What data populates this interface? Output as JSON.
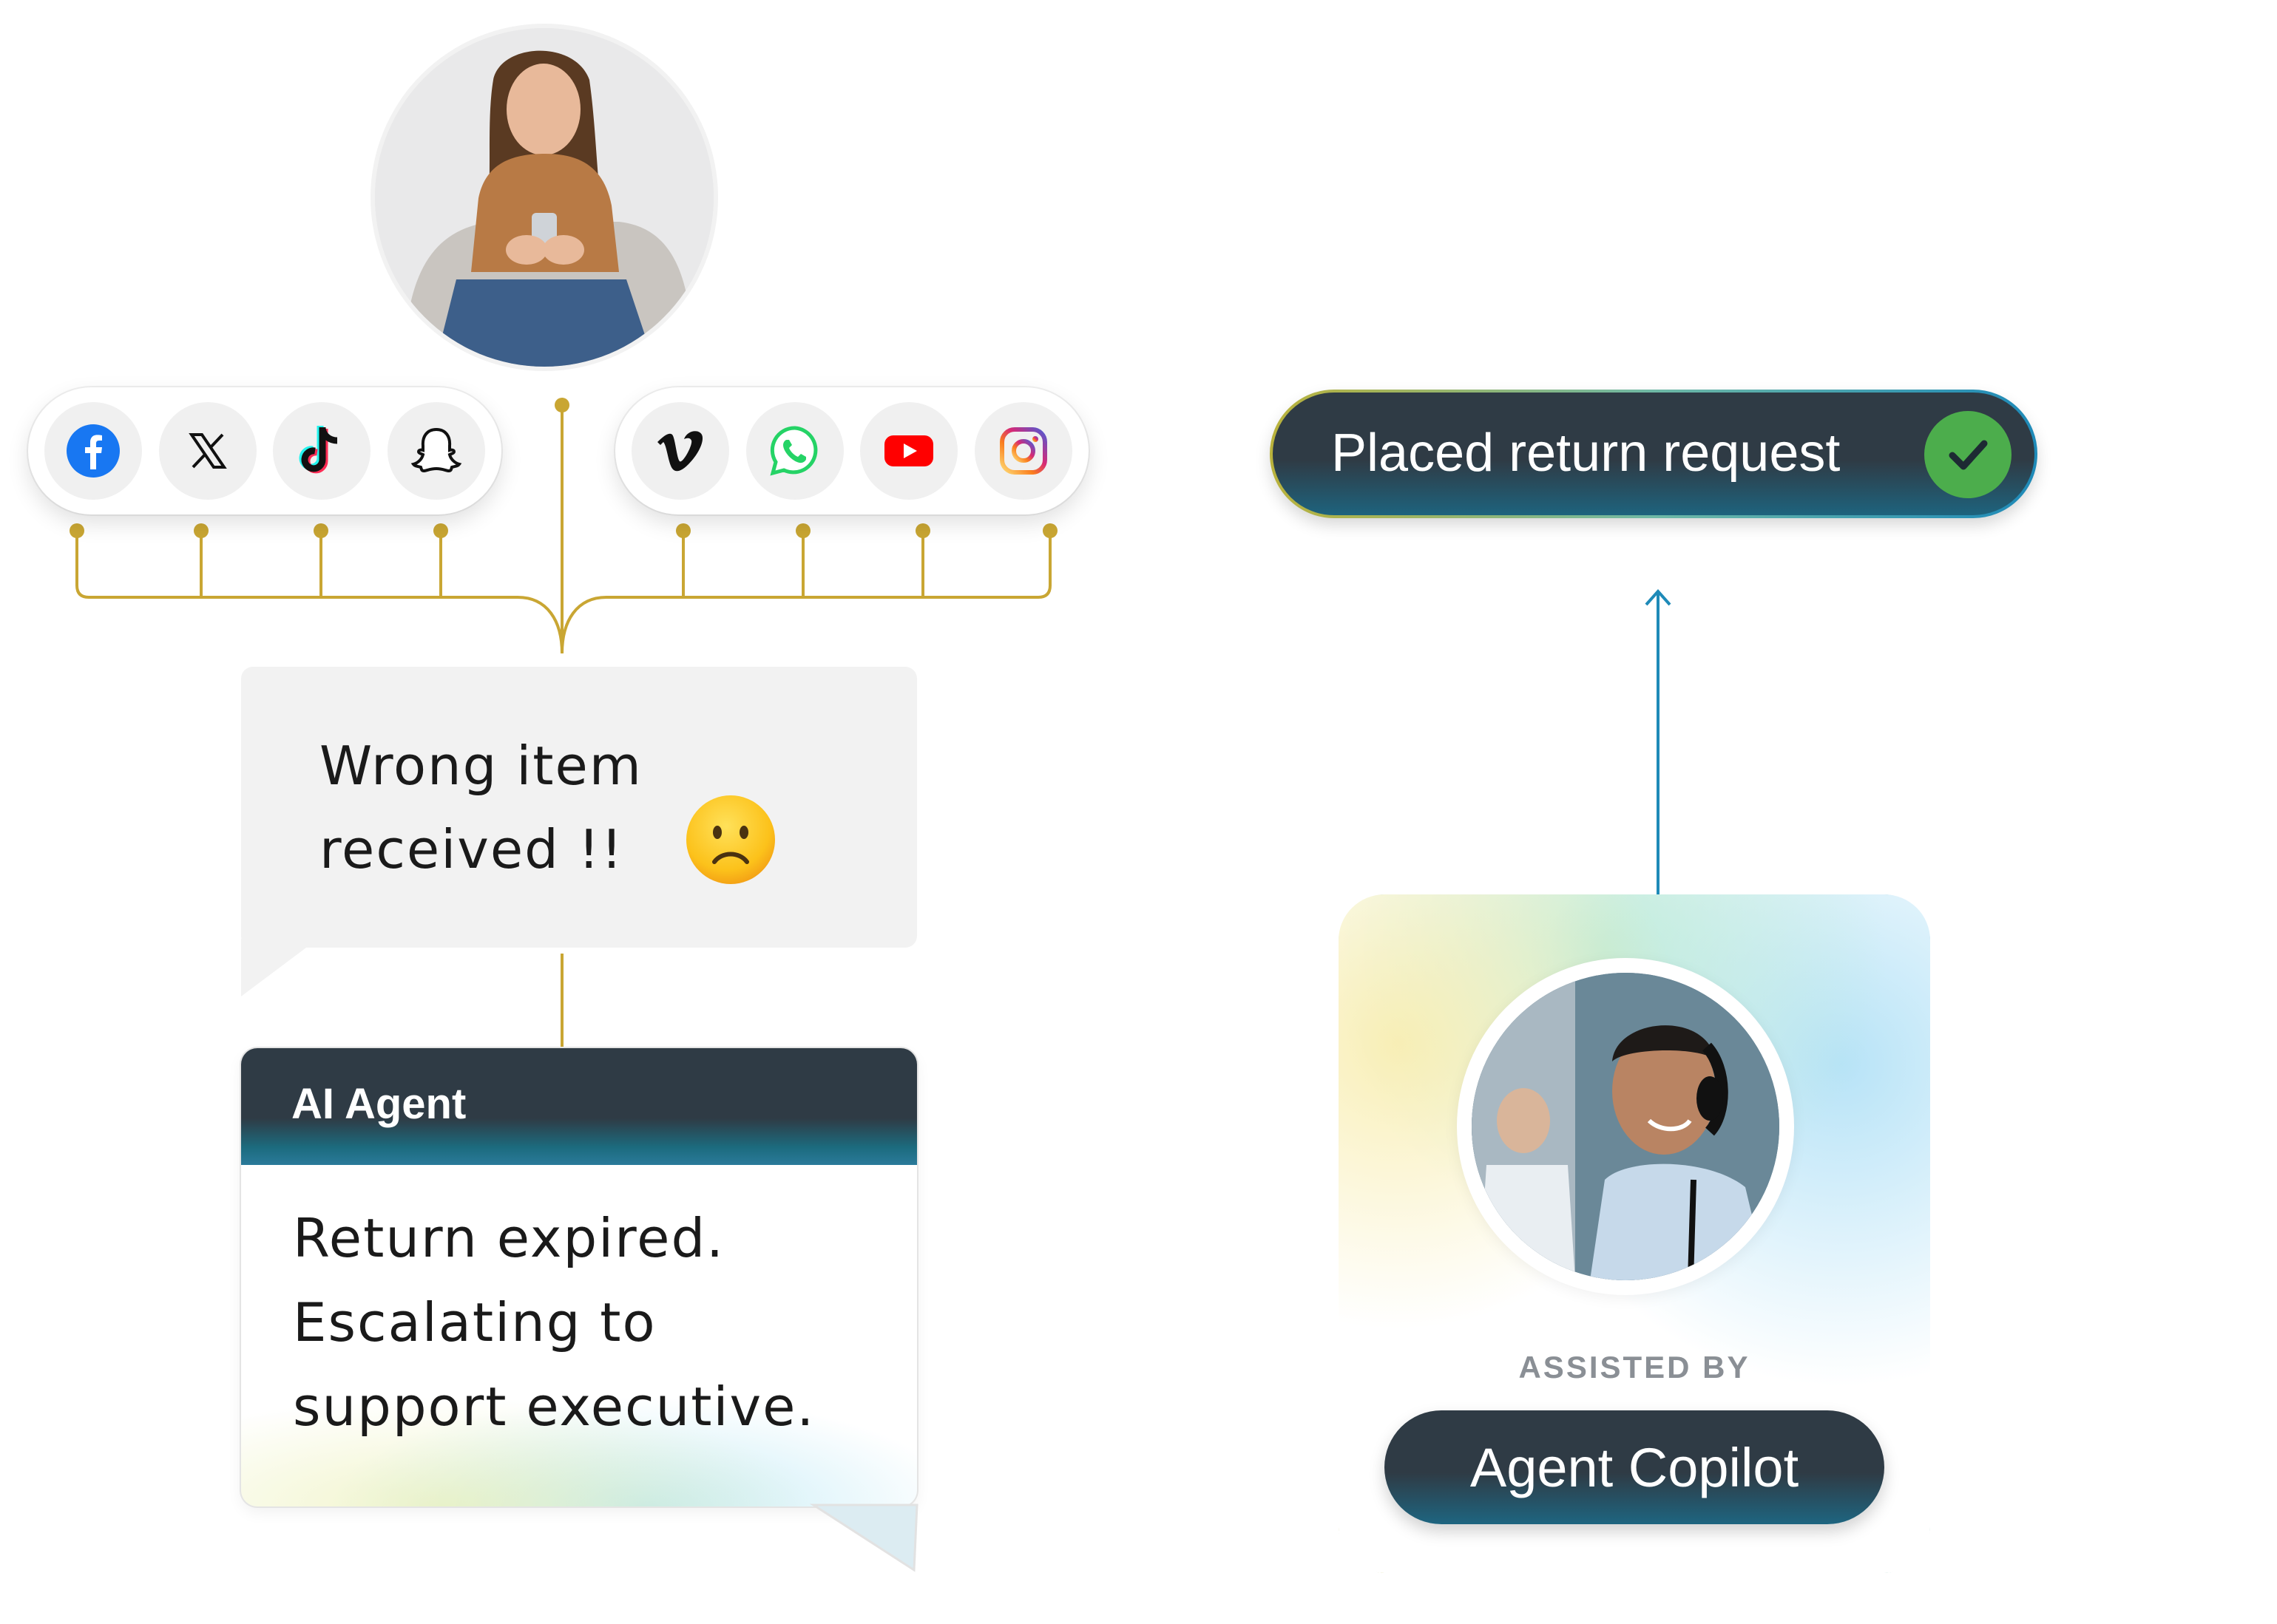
{
  "customer_message": {
    "line1": "Wrong item",
    "line2": "received !!"
  },
  "channels": {
    "left": [
      "facebook",
      "x",
      "tiktok",
      "snapchat"
    ],
    "right": [
      "vimeo",
      "whatsapp",
      "youtube",
      "instagram"
    ]
  },
  "ai_agent": {
    "title": "AI Agent",
    "line1": "Return expired.",
    "line2": "Escalating to",
    "line3": "support executive."
  },
  "assisted": {
    "label": "ASSISTED BY",
    "name": "Agent Copilot"
  },
  "result": {
    "label": "Placed return request"
  },
  "colors": {
    "connector_gold": "#c9a633",
    "connector_blue": "#1e8ab8",
    "dark_pill": "#2f3b45",
    "check_green": "#4cad4c"
  }
}
